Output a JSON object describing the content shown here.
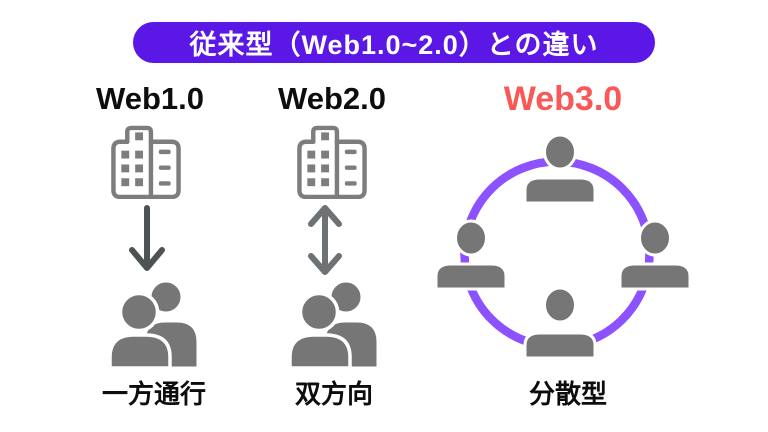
{
  "banner": {
    "label": "従来型（Web1.0~2.0）との違い"
  },
  "columns": [
    {
      "key": "web1",
      "heading": "Web1.0",
      "source_icon": "building-icon",
      "flow_icon": "arrow-down-icon",
      "audience_icon": "people-pair-icon",
      "caption": "一方通行"
    },
    {
      "key": "web2",
      "heading": "Web2.0",
      "source_icon": "building-icon",
      "flow_icon": "arrow-up-down-icon",
      "audience_icon": "people-pair-icon",
      "caption": "双方向"
    },
    {
      "key": "web3",
      "heading": "Web3.0",
      "network_icon": "people-network-circle-icon",
      "caption": "分散型"
    }
  ],
  "colors": {
    "banner_purple": "#5A17E6",
    "ring_purple": "#8C52FF",
    "web3_red": "#FA5757",
    "icon_gray": "#767676",
    "building_gray": "#7D7D7D",
    "arrow_dark": "#4D5254",
    "arrow_mid": "#6D7274",
    "text_black": "#0D0D0D",
    "bg": "#FFFFFF"
  }
}
